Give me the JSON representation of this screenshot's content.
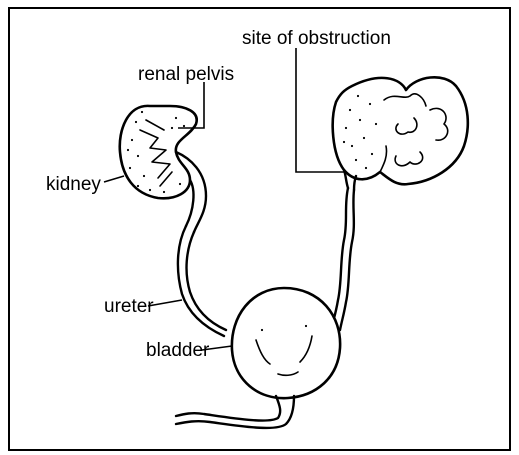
{
  "labels": {
    "site_of_obstruction": "site of obstruction",
    "renal_pelvis": "renal pelvis",
    "kidney": "kidney",
    "ureter": "ureter",
    "bladder": "bladder"
  },
  "colors": {
    "ink": "#000000",
    "background": "#ffffff",
    "border": "#000000"
  }
}
